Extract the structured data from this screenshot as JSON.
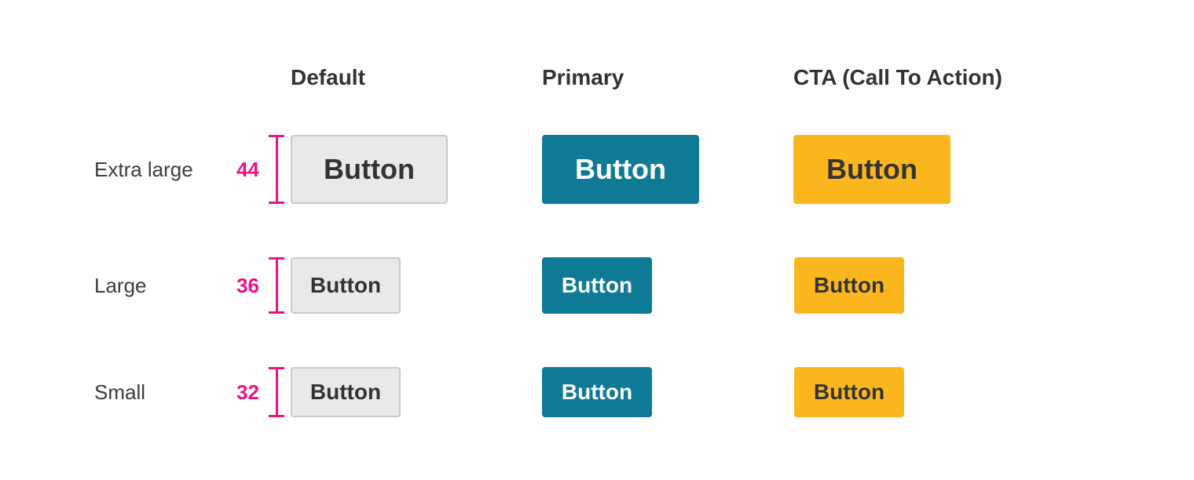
{
  "colors": {
    "accent_pink": "#EE1288",
    "primary_teal": "#0E7A96",
    "cta_yellow": "#FDB71E",
    "default_bg": "#E9E9E9",
    "default_border": "#C9C9C9",
    "text": "#333333"
  },
  "columns": [
    {
      "label": "Default"
    },
    {
      "label": "Primary"
    },
    {
      "label": "CTA (Call To Action)"
    }
  ],
  "rows": [
    {
      "label": "Extra large",
      "size": "44",
      "button_label": "Button"
    },
    {
      "label": "Large",
      "size": "36",
      "button_label": "Button"
    },
    {
      "label": "Small",
      "size": "32",
      "button_label": "Button"
    }
  ]
}
